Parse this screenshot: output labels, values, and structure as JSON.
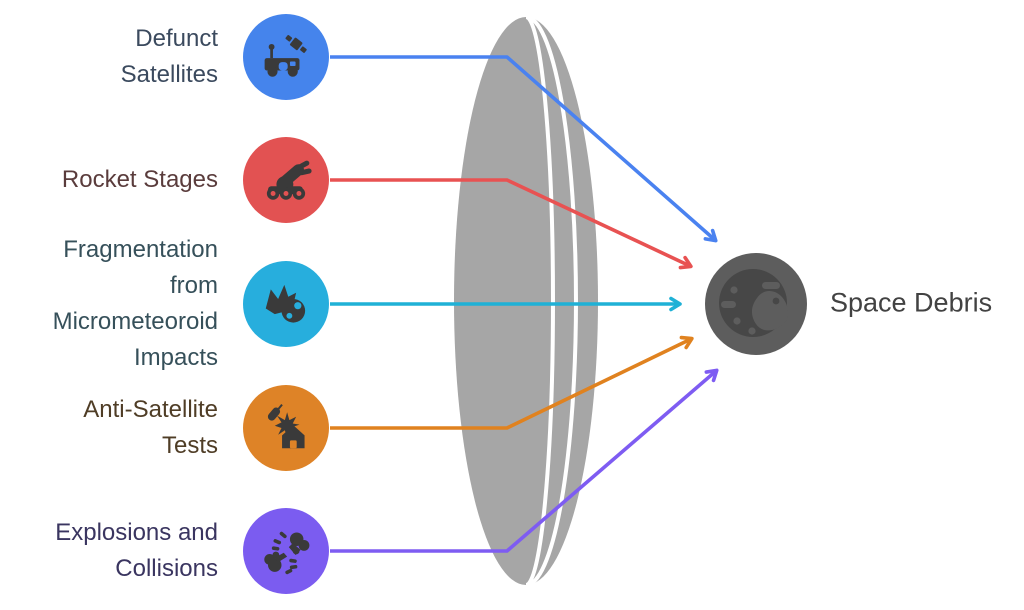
{
  "diagram": {
    "lens_color": "#a6a6a6",
    "glyph_color": "#3a3a3a"
  },
  "causes": [
    {
      "label": "Defunct\nSatellites",
      "icon": "satellite-icon",
      "circle_color": "#4584ec",
      "arrow_color": "#4a82f0",
      "text_color": "#3b4a5e"
    },
    {
      "label": "Rocket Stages",
      "icon": "rocket-cannon-icon",
      "circle_color": "#e25252",
      "arrow_color": "#e85252",
      "text_color": "#5a3c3c"
    },
    {
      "label": "Fragmentation\nfrom\nMicrometeoroid\nImpacts",
      "icon": "meteor-icon",
      "circle_color": "#27aedd",
      "arrow_color": "#1fb1d6",
      "text_color": "#36505a"
    },
    {
      "label": "Anti-Satellite\nTests",
      "icon": "missile-strike-icon",
      "circle_color": "#de8327",
      "arrow_color": "#e0821f",
      "text_color": "#4f3d26"
    },
    {
      "label": "Explosions and\nCollisions",
      "icon": "collision-icon",
      "circle_color": "#7b5cf0",
      "arrow_color": "#7e5cf2",
      "text_color": "#3a3560"
    }
  ],
  "result": {
    "label": "Space Debris",
    "icon": "moon-debris-icon",
    "circle_color": "#5d5d5d",
    "moon_color": "#474747",
    "text_color": "#424242"
  }
}
